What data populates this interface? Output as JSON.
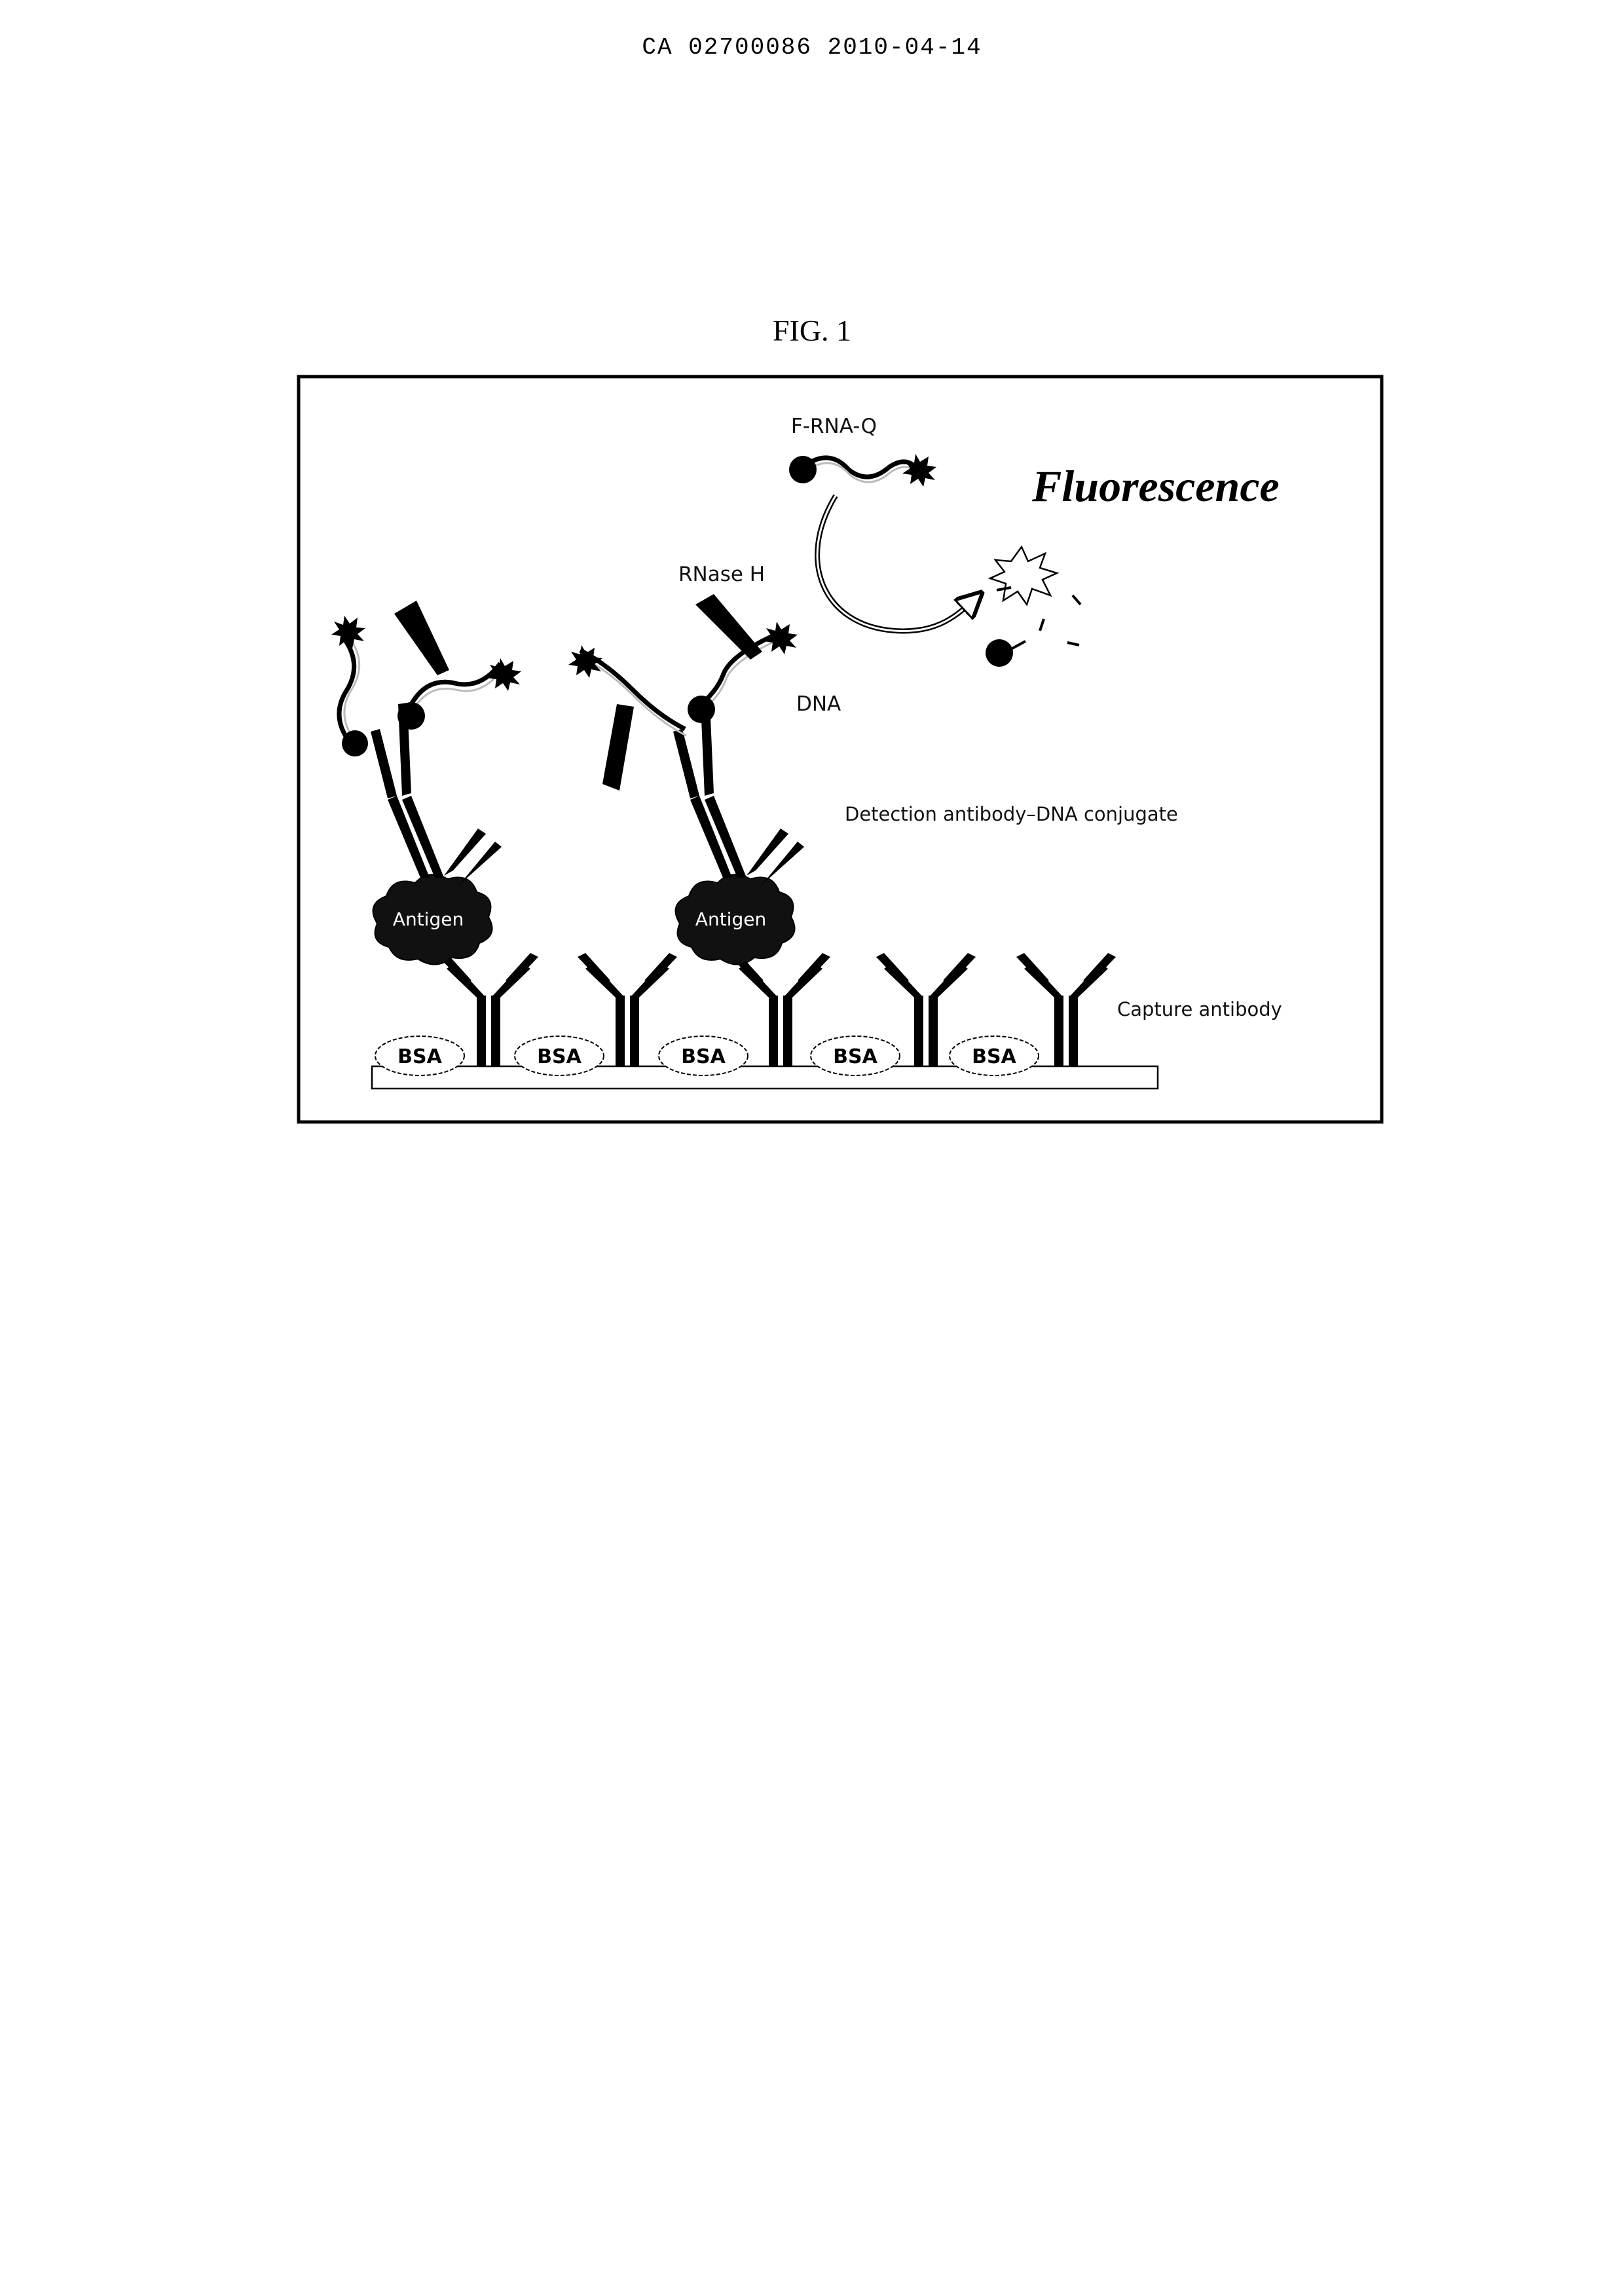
{
  "header": {
    "document_id": "CA 02700086 2010-04-14"
  },
  "figure": {
    "title": "FIG. 1",
    "labels": {
      "probe": "F-RNA-Q",
      "fluorescence": "Fluorescence",
      "enzyme": "RNase H",
      "dna": "DNA",
      "conjugate": "Detection antibody–DNA conjugate",
      "capture": "Capture antibody",
      "antigen": "Antigen",
      "bsa": "BSA"
    }
  }
}
